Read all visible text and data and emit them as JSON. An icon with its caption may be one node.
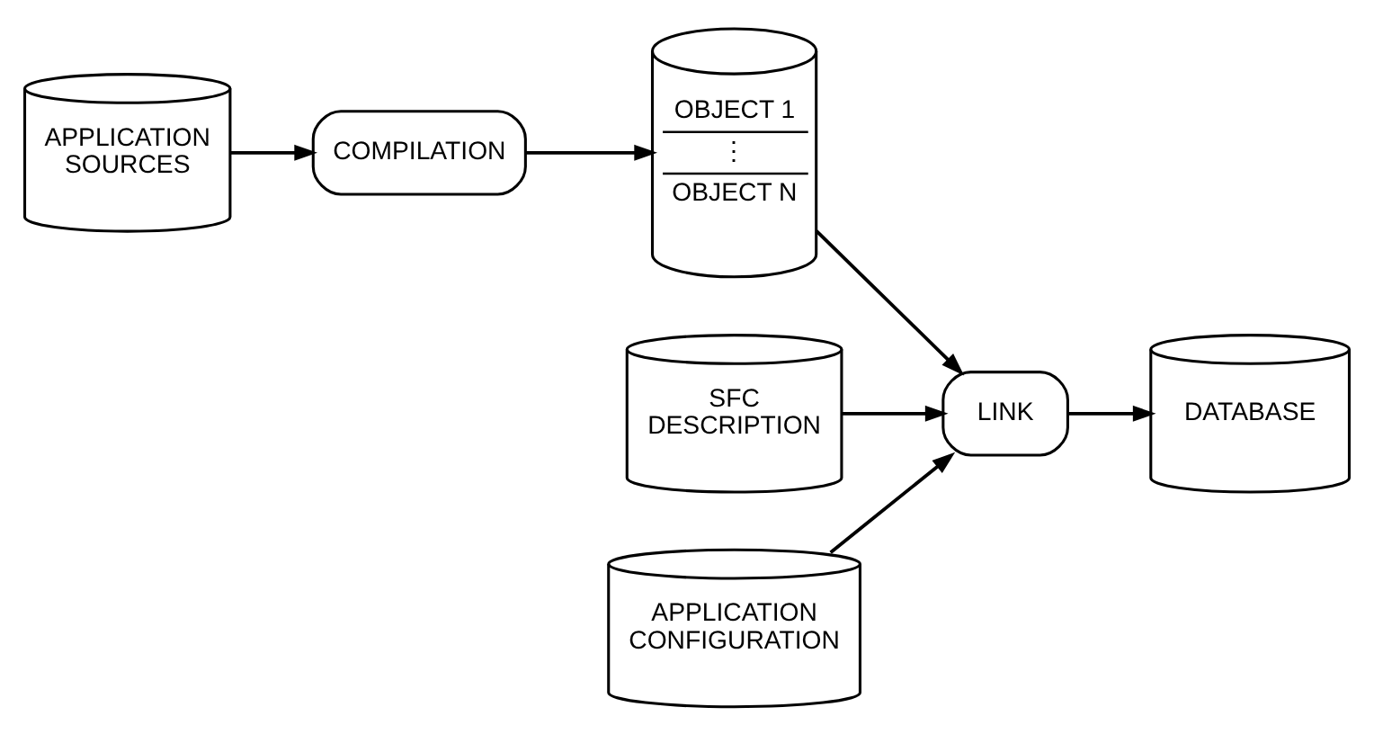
{
  "diagram": {
    "nodes": [
      {
        "text": [
          "APPLICATION SOURCES"
        ]
      },
      {
        "text": [
          "COMPILATION"
        ]
      },
      {
        "text": [
          "OBJECT 1",
          "⋮",
          "OBJECT N"
        ]
      },
      {
        "text": [
          "SFC DESCRIPTION"
        ]
      },
      {
        "text": [
          "APPLICATION CONFIGURATION"
        ]
      },
      {
        "text": [
          "LINK"
        ]
      },
      {
        "text": [
          "DATABASE"
        ]
      }
    ],
    "edges": [
      {
        "from": 0,
        "to": 1,
        "arrow": "to"
      },
      {
        "from": 1,
        "to": 2,
        "arrow": "to"
      },
      {
        "from": 2,
        "to": 5,
        "arrow": "to"
      },
      {
        "from": 3,
        "to": 5,
        "arrow": "to"
      },
      {
        "from": 4,
        "to": 5,
        "arrow": "to"
      },
      {
        "from": 5,
        "to": 6,
        "arrow": "to"
      }
    ]
  }
}
